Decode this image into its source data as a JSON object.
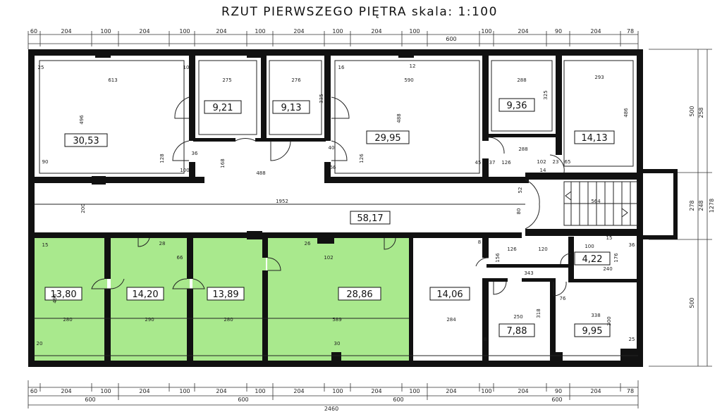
{
  "title": "RZUT PIERWSZEGO PIĘTRA skala: 1:100",
  "colors": {
    "highlight": "#a9e98d",
    "wall": "#111111",
    "background": "#ffffff"
  },
  "rooms": [
    {
      "id": "r1",
      "area": "30,53"
    },
    {
      "id": "r2",
      "area": "9,21"
    },
    {
      "id": "r3",
      "area": "9,13"
    },
    {
      "id": "r4",
      "area": "29,95"
    },
    {
      "id": "r5",
      "area": "9,36"
    },
    {
      "id": "r6",
      "area": "14,13"
    },
    {
      "id": "corridor",
      "area": "58,17"
    },
    {
      "id": "r7",
      "area": "13,80",
      "highlighted": true
    },
    {
      "id": "r8",
      "area": "14,20",
      "highlighted": true
    },
    {
      "id": "r9",
      "area": "13,89",
      "highlighted": true
    },
    {
      "id": "r10",
      "area": "28,86",
      "highlighted": true
    },
    {
      "id": "r11",
      "area": "14,06"
    },
    {
      "id": "r12",
      "area": "4,22"
    },
    {
      "id": "r13",
      "area": "7,88"
    },
    {
      "id": "r14",
      "area": "9,95"
    }
  ],
  "dims": {
    "top": [
      "60",
      "204",
      "100",
      "204",
      "100",
      "204",
      "100",
      "204",
      "100",
      "204",
      "100",
      "204",
      "90",
      "204",
      "78"
    ],
    "top_totals": [
      "600"
    ],
    "bottom": [
      "60",
      "204",
      "100",
      "204",
      "100",
      "204",
      "100",
      "204",
      "100",
      "204",
      "100",
      "204",
      "90",
      "204",
      "78"
    ],
    "bottom_totals": [
      "600",
      "600",
      "600",
      "600"
    ],
    "overall": "2460",
    "right": [
      "500",
      "278",
      "500"
    ],
    "right_total": "1278",
    "right_small": [
      "258",
      "248"
    ]
  },
  "interior": {
    "widths_top": [
      "613",
      "275",
      "276",
      "590",
      "288",
      "293"
    ],
    "heights_top": [
      "496",
      "335",
      "488",
      "325",
      "486"
    ],
    "corridor_len": "1952",
    "corridor_h": "200",
    "stair": "564",
    "widths_bottom": [
      "280",
      "290",
      "280",
      "589",
      "284",
      "250",
      "338"
    ],
    "heights_bottom": [
      "496",
      "318",
      "300"
    ],
    "misc": [
      "128",
      "126",
      "100",
      "488",
      "168",
      "36",
      "90",
      "40",
      "66",
      "45",
      "37",
      "126",
      "288",
      "102",
      "23",
      "65",
      "14",
      "12",
      "10",
      "16",
      "25",
      "28",
      "26",
      "66",
      "102",
      "30",
      "20",
      "15",
      "343",
      "126",
      "120",
      "100",
      "176",
      "240",
      "156",
      "76",
      "8",
      "52",
      "36",
      "25",
      "8",
      "80",
      "15"
    ]
  }
}
